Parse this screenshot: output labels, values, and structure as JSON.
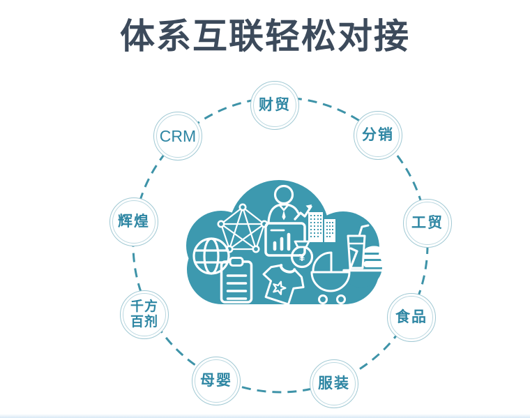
{
  "title": "体系互联轻松对接",
  "colors": {
    "cloud": "#3D99AF",
    "title_text": "#3C4A5B",
    "node_text": "#2E86A3",
    "node_border": "#9FC8D3",
    "dash_ring": "#3E93A8"
  },
  "money_symbol": "¥",
  "nodes": [
    {
      "label": "财贸"
    },
    {
      "label": "分销"
    },
    {
      "label": "工贸"
    },
    {
      "label": "食品"
    },
    {
      "label": "服装"
    },
    {
      "label": "母婴"
    },
    {
      "label": "千方百剂"
    },
    {
      "label": "辉煌"
    },
    {
      "label": "CRM"
    }
  ],
  "cloud_icons": [
    "businessman-growth",
    "network-graph",
    "globe",
    "bar-chart-screen",
    "money-bag",
    "city-buildings",
    "drink-and-burger",
    "clipboard-list",
    "tshirt-star",
    "baby-stroller"
  ]
}
